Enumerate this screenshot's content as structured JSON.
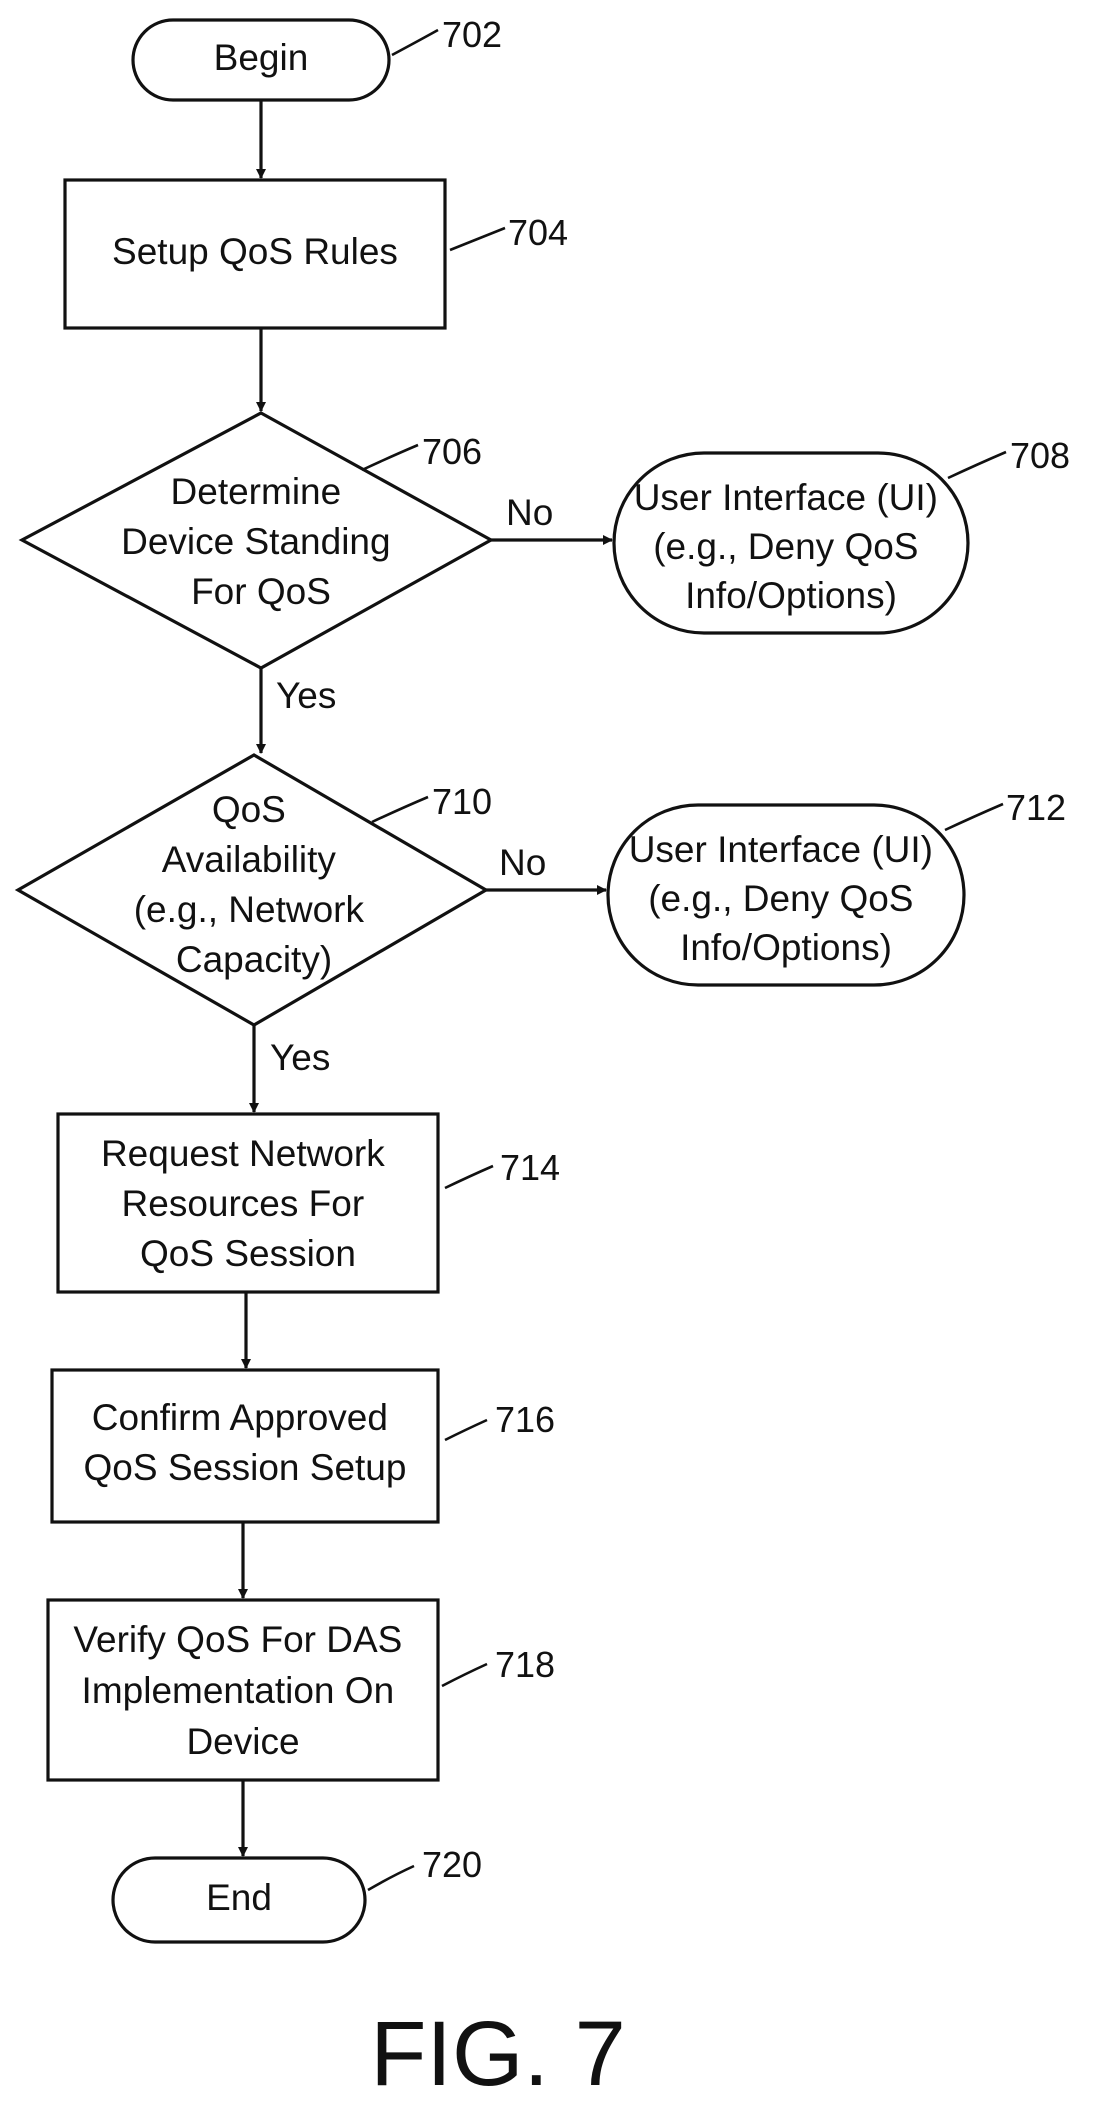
{
  "figure_label": "FIG. 7",
  "nodes": {
    "begin": {
      "label": "Begin",
      "ref": "702"
    },
    "setup_qos_rules": {
      "label": "Setup QoS Rules",
      "ref": "704"
    },
    "determine_standing": {
      "lines": [
        "Determine",
        "Device Standing",
        "For QoS"
      ],
      "ref": "706"
    },
    "ui_708": {
      "lines": [
        "User Interface (UI)",
        "(e.g., Deny QoS",
        "Info/Options)"
      ],
      "ref": "708"
    },
    "qos_availability": {
      "lines": [
        "QoS",
        "Availability",
        "(e.g., Network",
        "Capacity)"
      ],
      "ref": "710"
    },
    "ui_712": {
      "lines": [
        "User Interface (UI)",
        "(e.g., Deny QoS",
        "Info/Options)"
      ],
      "ref": "712"
    },
    "request_resources": {
      "lines": [
        "Request Network",
        "Resources For",
        "QoS Session"
      ],
      "ref": "714"
    },
    "confirm_setup": {
      "lines": [
        "Confirm Approved",
        "QoS Session Setup"
      ],
      "ref": "716"
    },
    "verify_qos": {
      "lines": [
        "Verify QoS For DAS",
        "Implementation On",
        "Device"
      ],
      "ref": "718"
    },
    "end": {
      "label": "End",
      "ref": "720"
    }
  },
  "edge_labels": {
    "no_706": "No",
    "yes_706": "Yes",
    "no_710": "No",
    "yes_710": "Yes"
  }
}
